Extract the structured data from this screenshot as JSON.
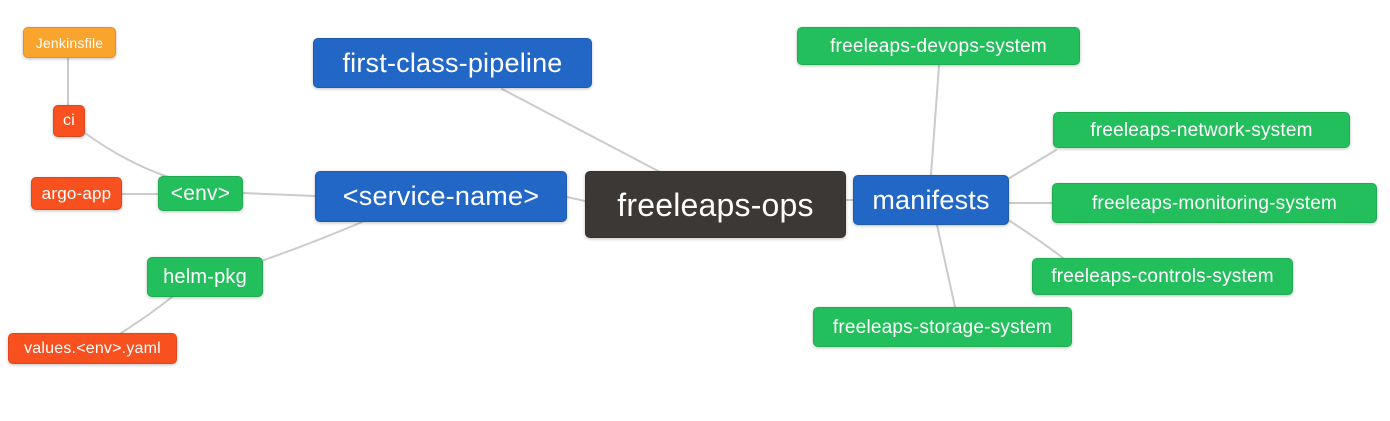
{
  "diagram": {
    "background": "#ffffff",
    "edge_color": "#cbcbcb",
    "palette": {
      "blue": "#2267C5",
      "green": "#24BF5D",
      "red_orange": "#F8501F",
      "amber": "#F9A42C",
      "dark": "#3B3836",
      "node_text": "#ffffff"
    },
    "nodes": {
      "freeleaps_ops": {
        "label": "freeleaps-ops",
        "color": "#3B3836"
      },
      "first_class_pipeline": {
        "label": "first-class-pipeline",
        "color": "#2267C5"
      },
      "service_name": {
        "label": "<service-name>",
        "color": "#2267C5"
      },
      "manifests": {
        "label": "manifests",
        "color": "#2267C5"
      },
      "env": {
        "label": "<env>",
        "color": "#24BF5D"
      },
      "helm_pkg": {
        "label": "helm-pkg",
        "color": "#24BF5D"
      },
      "jenkinsfile": {
        "label": "Jenkinsfile",
        "color": "#F9A42C"
      },
      "ci": {
        "label": "ci",
        "color": "#F8501F"
      },
      "argo_app": {
        "label": "argo-app",
        "color": "#F8501F"
      },
      "values_env_yaml": {
        "label": "values.<env>.yaml",
        "color": "#F8501F"
      },
      "devops_system": {
        "label": "freeleaps-devops-system",
        "color": "#24BF5D"
      },
      "network_system": {
        "label": "freeleaps-network-system",
        "color": "#24BF5D"
      },
      "monitoring_system": {
        "label": "freeleaps-monitoring-system",
        "color": "#24BF5D"
      },
      "controls_system": {
        "label": "freeleaps-controls-system",
        "color": "#24BF5D"
      },
      "storage_system": {
        "label": "freeleaps-storage-system",
        "color": "#24BF5D"
      }
    },
    "edges": [
      {
        "from": "jenkinsfile",
        "to": "ci"
      },
      {
        "from": "ci",
        "to": "env"
      },
      {
        "from": "argo_app",
        "to": "env"
      },
      {
        "from": "env",
        "to": "service_name"
      },
      {
        "from": "service_name",
        "to": "freeleaps_ops"
      },
      {
        "from": "first_class_pipeline",
        "to": "freeleaps_ops"
      },
      {
        "from": "service_name",
        "to": "helm_pkg"
      },
      {
        "from": "helm_pkg",
        "to": "values_env_yaml"
      },
      {
        "from": "freeleaps_ops",
        "to": "manifests"
      },
      {
        "from": "manifests",
        "to": "devops_system"
      },
      {
        "from": "manifests",
        "to": "network_system"
      },
      {
        "from": "manifests",
        "to": "monitoring_system"
      },
      {
        "from": "manifests",
        "to": "controls_system"
      },
      {
        "from": "manifests",
        "to": "storage_system"
      }
    ]
  }
}
